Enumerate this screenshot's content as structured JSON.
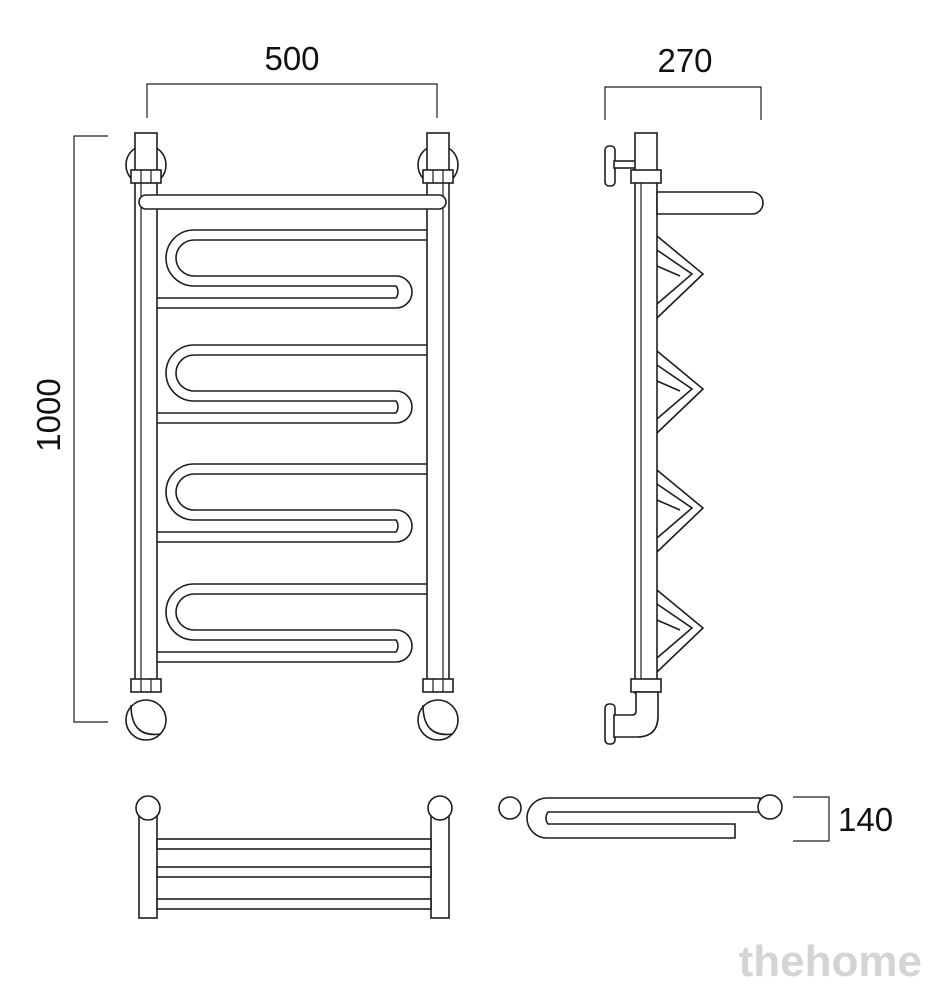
{
  "dimensions": {
    "width_front": "500",
    "depth_side": "270",
    "height": "1000",
    "depth_bottom": "140"
  },
  "watermark": "thehome",
  "colors": {
    "line": "#1e1e1e",
    "background": "#ffffff",
    "watermark": "#d4d4d4"
  }
}
